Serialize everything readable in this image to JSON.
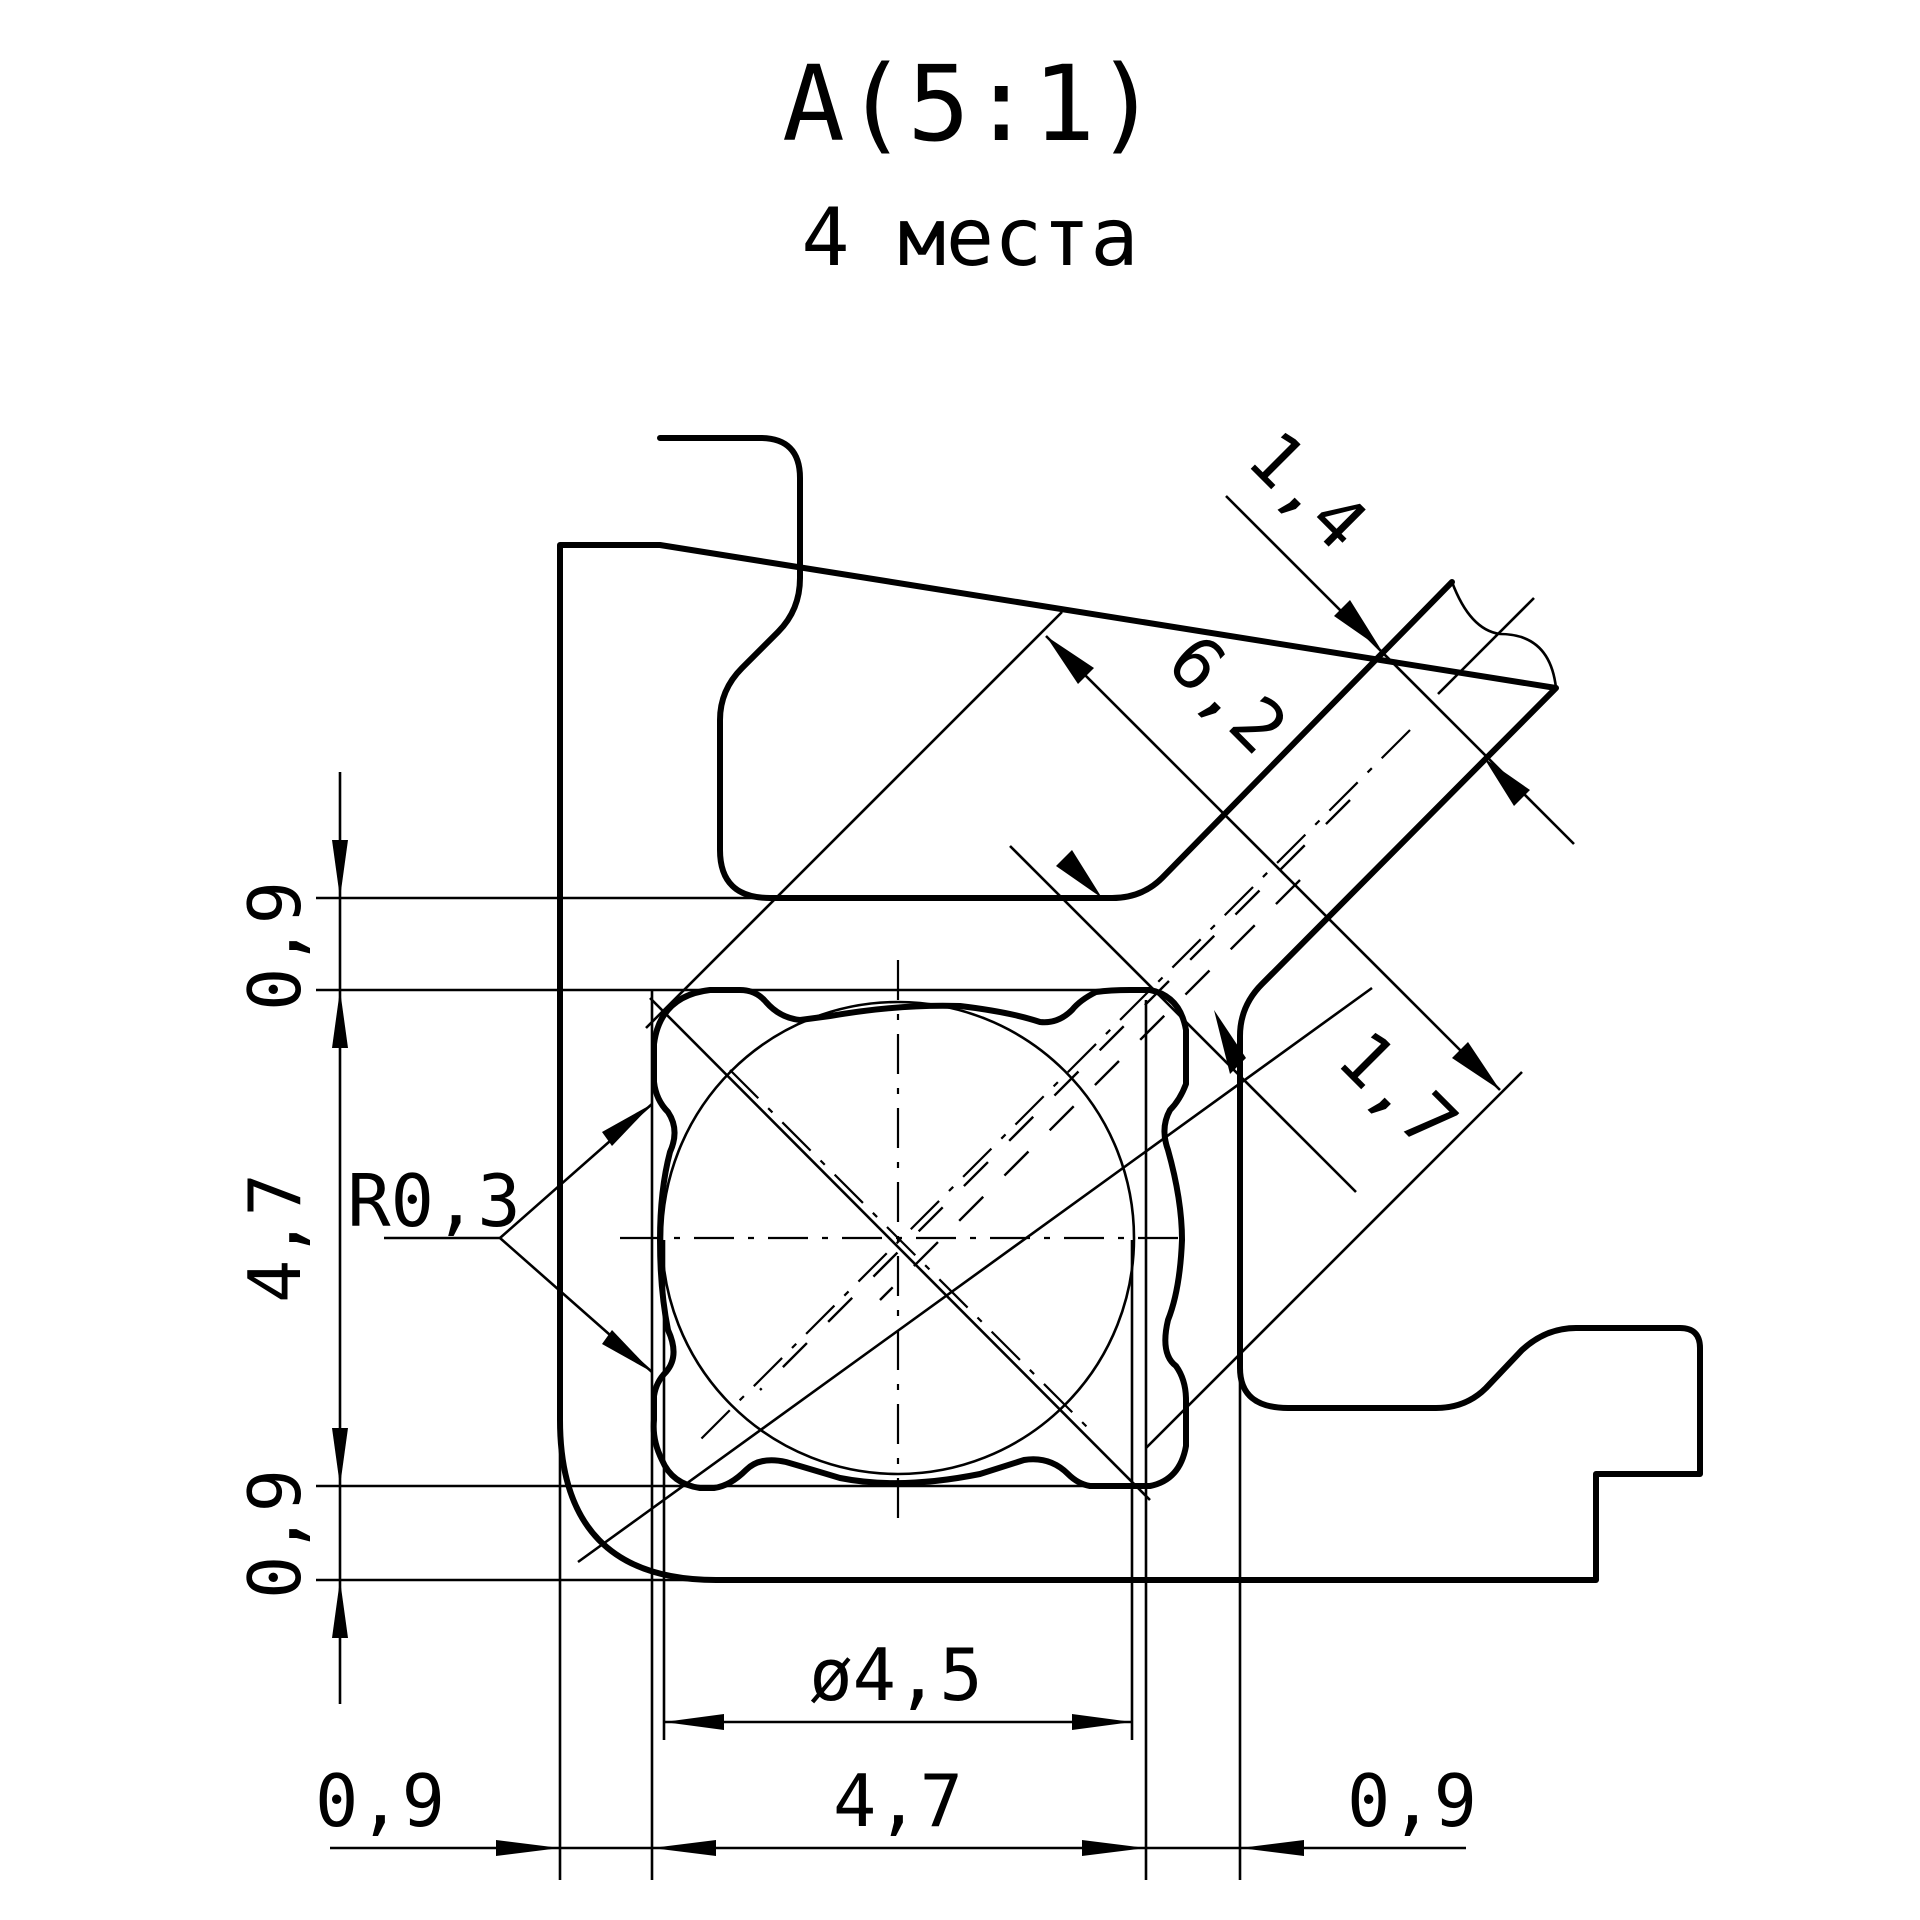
{
  "title": "A(5:1)",
  "subtitle": "4 места",
  "dimensions": {
    "top_width": "0,9",
    "body_width": "4,7",
    "bottom_width": "0,9",
    "left_left": "0,9",
    "left_mid": "4,7",
    "left_right": "0,9",
    "radius": "R0,3",
    "diameter": "ø4,5",
    "slot_length": "6,2",
    "slot_width_outer": "1,4",
    "slot_offset": "1,7"
  }
}
